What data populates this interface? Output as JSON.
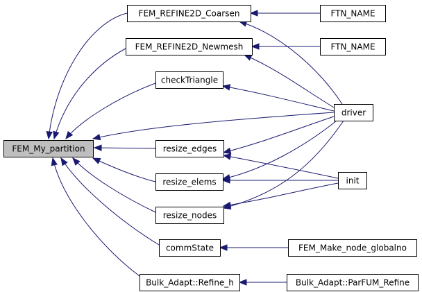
{
  "diagram": {
    "title": "",
    "nodes": [
      {
        "id": "fem_my_partition",
        "label": "FEM_My_partition",
        "root": true
      },
      {
        "id": "coarsen",
        "label": "FEM_REFINE2D_Coarsen"
      },
      {
        "id": "newmesh",
        "label": "FEM_REFINE2D_Newmesh"
      },
      {
        "id": "checktriangle",
        "label": "checkTriangle"
      },
      {
        "id": "resize_edges",
        "label": "resize_edges"
      },
      {
        "id": "resize_elems",
        "label": "resize_elems"
      },
      {
        "id": "resize_nodes",
        "label": "resize_nodes"
      },
      {
        "id": "commstate",
        "label": "commState"
      },
      {
        "id": "bulk_refine_h",
        "label": "Bulk_Adapt::Refine_h"
      },
      {
        "id": "ftn_name_1",
        "label": "FTN_NAME"
      },
      {
        "id": "ftn_name_2",
        "label": "FTN_NAME"
      },
      {
        "id": "driver",
        "label": "driver"
      },
      {
        "id": "init",
        "label": "init"
      },
      {
        "id": "make_node_globalno",
        "label": "FEM_Make_node_globalno"
      },
      {
        "id": "parfum_refine",
        "label": "Bulk_Adapt::ParFUM_Refine"
      }
    ],
    "edges": [
      {
        "from": "coarsen",
        "to": "fem_my_partition"
      },
      {
        "from": "newmesh",
        "to": "fem_my_partition"
      },
      {
        "from": "checktriangle",
        "to": "fem_my_partition"
      },
      {
        "from": "driver",
        "to": "fem_my_partition"
      },
      {
        "from": "resize_edges",
        "to": "fem_my_partition"
      },
      {
        "from": "resize_elems",
        "to": "fem_my_partition"
      },
      {
        "from": "resize_nodes",
        "to": "fem_my_partition"
      },
      {
        "from": "commstate",
        "to": "fem_my_partition"
      },
      {
        "from": "bulk_refine_h",
        "to": "fem_my_partition"
      },
      {
        "from": "ftn_name_1",
        "to": "coarsen"
      },
      {
        "from": "driver",
        "to": "coarsen"
      },
      {
        "from": "ftn_name_2",
        "to": "newmesh"
      },
      {
        "from": "driver",
        "to": "newmesh"
      },
      {
        "from": "driver",
        "to": "checktriangle"
      },
      {
        "from": "driver",
        "to": "resize_edges"
      },
      {
        "from": "init",
        "to": "resize_edges"
      },
      {
        "from": "driver",
        "to": "resize_elems"
      },
      {
        "from": "init",
        "to": "resize_elems"
      },
      {
        "from": "driver",
        "to": "resize_nodes"
      },
      {
        "from": "init",
        "to": "resize_nodes"
      },
      {
        "from": "make_node_globalno",
        "to": "commstate"
      },
      {
        "from": "parfum_refine",
        "to": "bulk_refine_h"
      }
    ]
  }
}
